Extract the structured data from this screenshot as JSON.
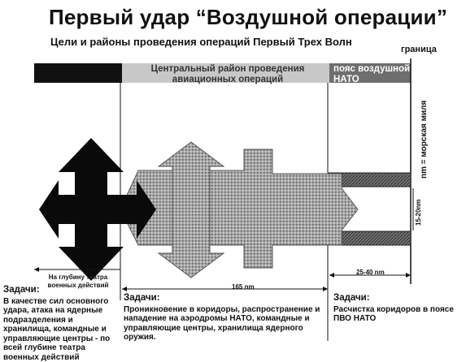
{
  "title": "Первый удар “Воздушной операции”",
  "subtitle": "Цели и районы проведения операций Первый Трех Волн",
  "border_label": "граница",
  "band": {
    "central": "Центральный район проведения авиационных операций",
    "nato": "пояс воздушной обороны НАТО"
  },
  "nm_note": "nm = морская миля",
  "distances": {
    "depth_note": "На глубину театра военных действий",
    "main": "165 nm",
    "nato_belt": "25-40 nm",
    "corridor": "15-20nm"
  },
  "tasks": {
    "left": {
      "header": "Задачи:",
      "text": "В качестве сил основного удара, атака на ядерные подразделения и хранилища, командные и управляющие центры - по всей глубине театра военных действий"
    },
    "middle": {
      "header": "Задачи:",
      "text": "Проникновение в коридоры, распространение и нападение на аэродромы НАТО, командные и управляющие центры, хранилища ядерного оружия."
    },
    "right": {
      "header": "Задачи:",
      "text": "Расчистка коридоров в поясе ПВО НАТО"
    }
  },
  "colors": {
    "band_dark": "#111111",
    "band_light": "#c8c8c8",
    "band_nato": "#6e6e6e",
    "arrow_black": "#0a0a0a",
    "arrow_gray": "#9a9a9a"
  }
}
